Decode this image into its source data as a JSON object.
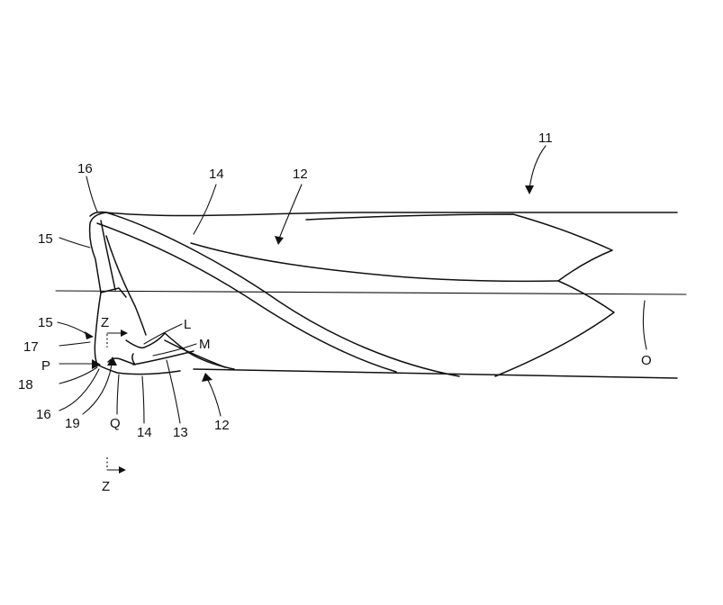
{
  "labels": {
    "drill": "11",
    "flute_top": "12",
    "flute_bottom": "12",
    "land_top": "14",
    "land_bottom": "14",
    "corner_top": "16",
    "corner_bottom": "16",
    "cutting_edge_top": "15",
    "cutting_edge_mid": "15",
    "thinning_17": "17",
    "p": "P",
    "thinning_18": "18",
    "thinning_19": "19",
    "q": "Q",
    "heel_13": "13",
    "z_top": "Z",
    "l": "L",
    "m": "M",
    "axis_o": "O",
    "z_bottom": "Z"
  }
}
